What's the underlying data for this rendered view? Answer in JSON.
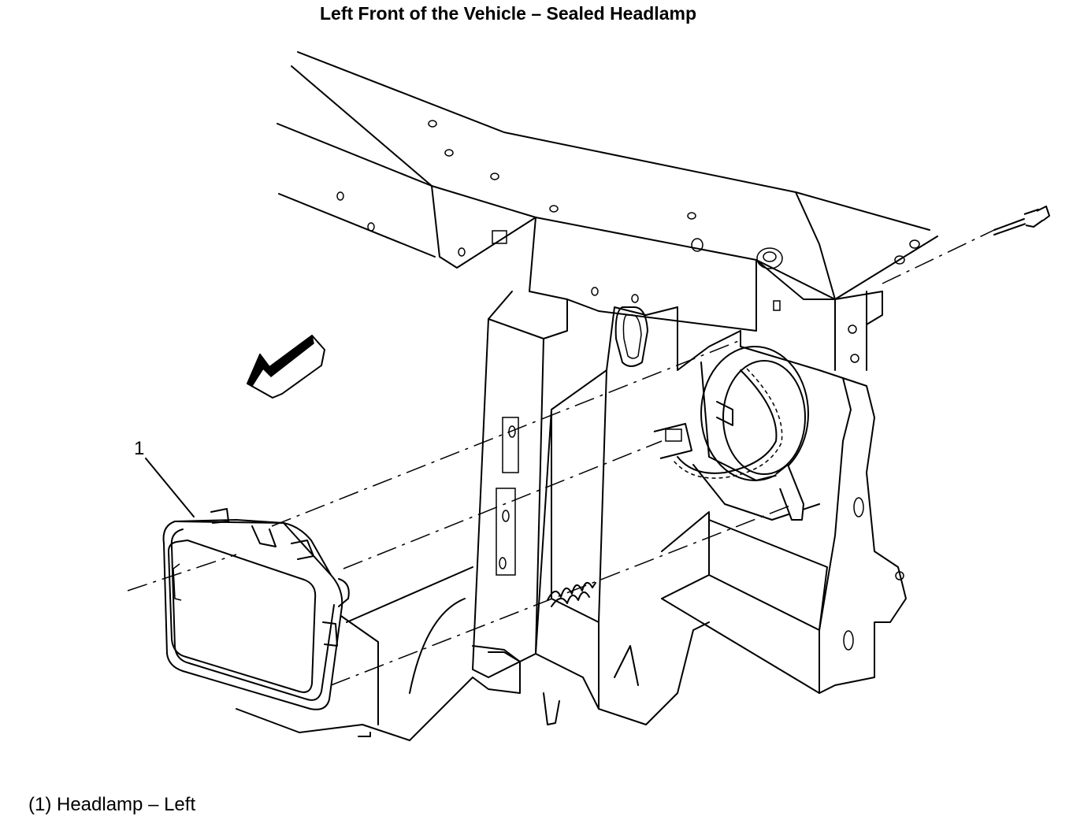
{
  "title": "Left Front of the Vehicle – Sealed Headlamp",
  "callouts": [
    {
      "number": "1",
      "label": "(1) Headlamp – Left"
    }
  ],
  "icons": {
    "direction_arrow": "forward-arrow-icon",
    "fastener": "bolt-icon"
  }
}
